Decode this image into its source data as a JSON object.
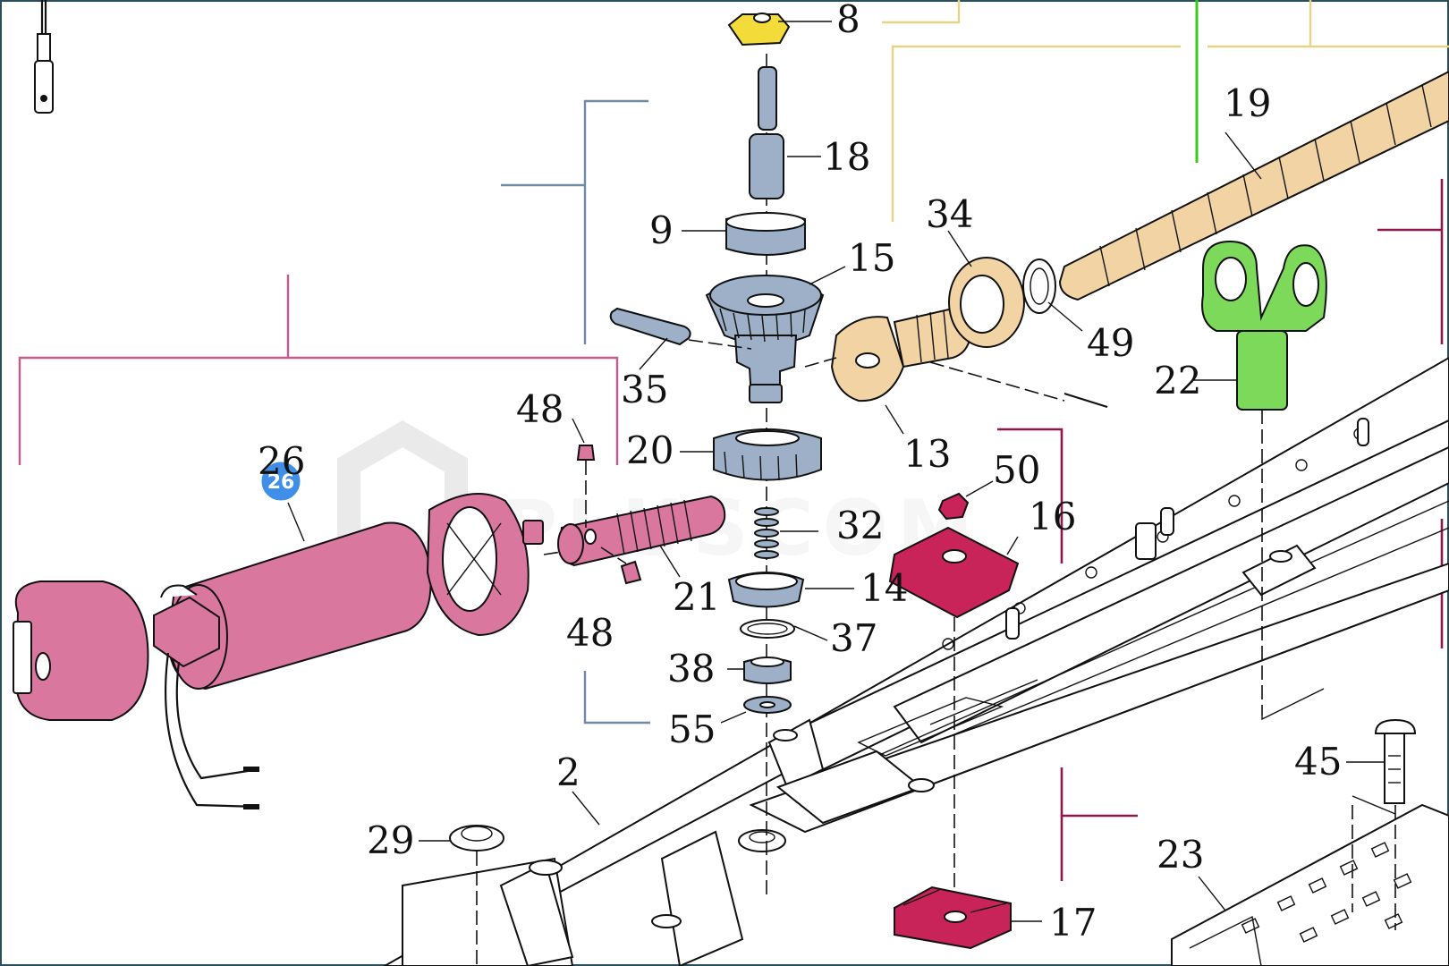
{
  "diagram": {
    "watermark": "PLUSCOM",
    "selected_badge": "26",
    "labels": {
      "l8": "8",
      "l18": "18",
      "l9": "9",
      "l15": "15",
      "l19": "19",
      "l34": "34",
      "l49": "49",
      "l22": "22",
      "l35": "35",
      "l13": "13",
      "l48a": "48",
      "l48b": "48",
      "l20": "20",
      "l50": "50",
      "l16": "16",
      "l32": "32",
      "l21": "21",
      "l14": "14",
      "l37": "37",
      "l38": "38",
      "l55": "55",
      "l2": "2",
      "l29": "29",
      "l17": "17",
      "l45": "45",
      "l23": "23",
      "l26": "26"
    },
    "colors": {
      "motor": "#d9779e",
      "gear_parts": "#9db0c8",
      "worm_screw": "#f2d4a4",
      "bracket": "#7dd95a",
      "nut_plate": "#c8245a",
      "cap": "#f3dc3a"
    }
  }
}
